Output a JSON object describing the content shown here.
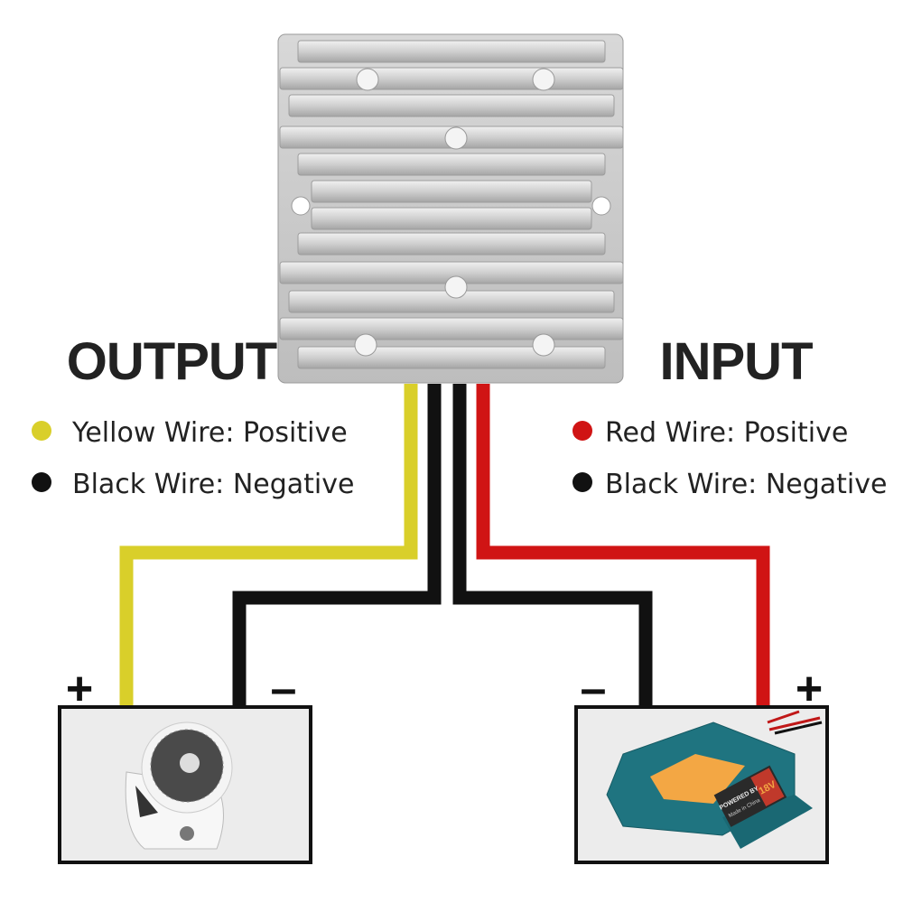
{
  "output": {
    "heading": "OUTPUT",
    "legend": [
      {
        "label": "Yellow Wire: Positive",
        "color": "#d9cf2a"
      },
      {
        "label": "Black Wire: Negative",
        "color": "#111111"
      }
    ],
    "terminals": {
      "positive": "+",
      "negative": "–"
    },
    "device": "fan"
  },
  "input": {
    "heading": "INPUT",
    "legend": [
      {
        "label": "Red Wire: Positive",
        "color": "#d01414"
      },
      {
        "label": "Black Wire: Negative",
        "color": "#111111"
      }
    ],
    "terminals": {
      "positive": "+",
      "negative": "–"
    },
    "device": "battery-adapter",
    "adapter_label": "18V",
    "adapter_brand": "POWERED BY",
    "adapter_origin": "Made in China"
  }
}
